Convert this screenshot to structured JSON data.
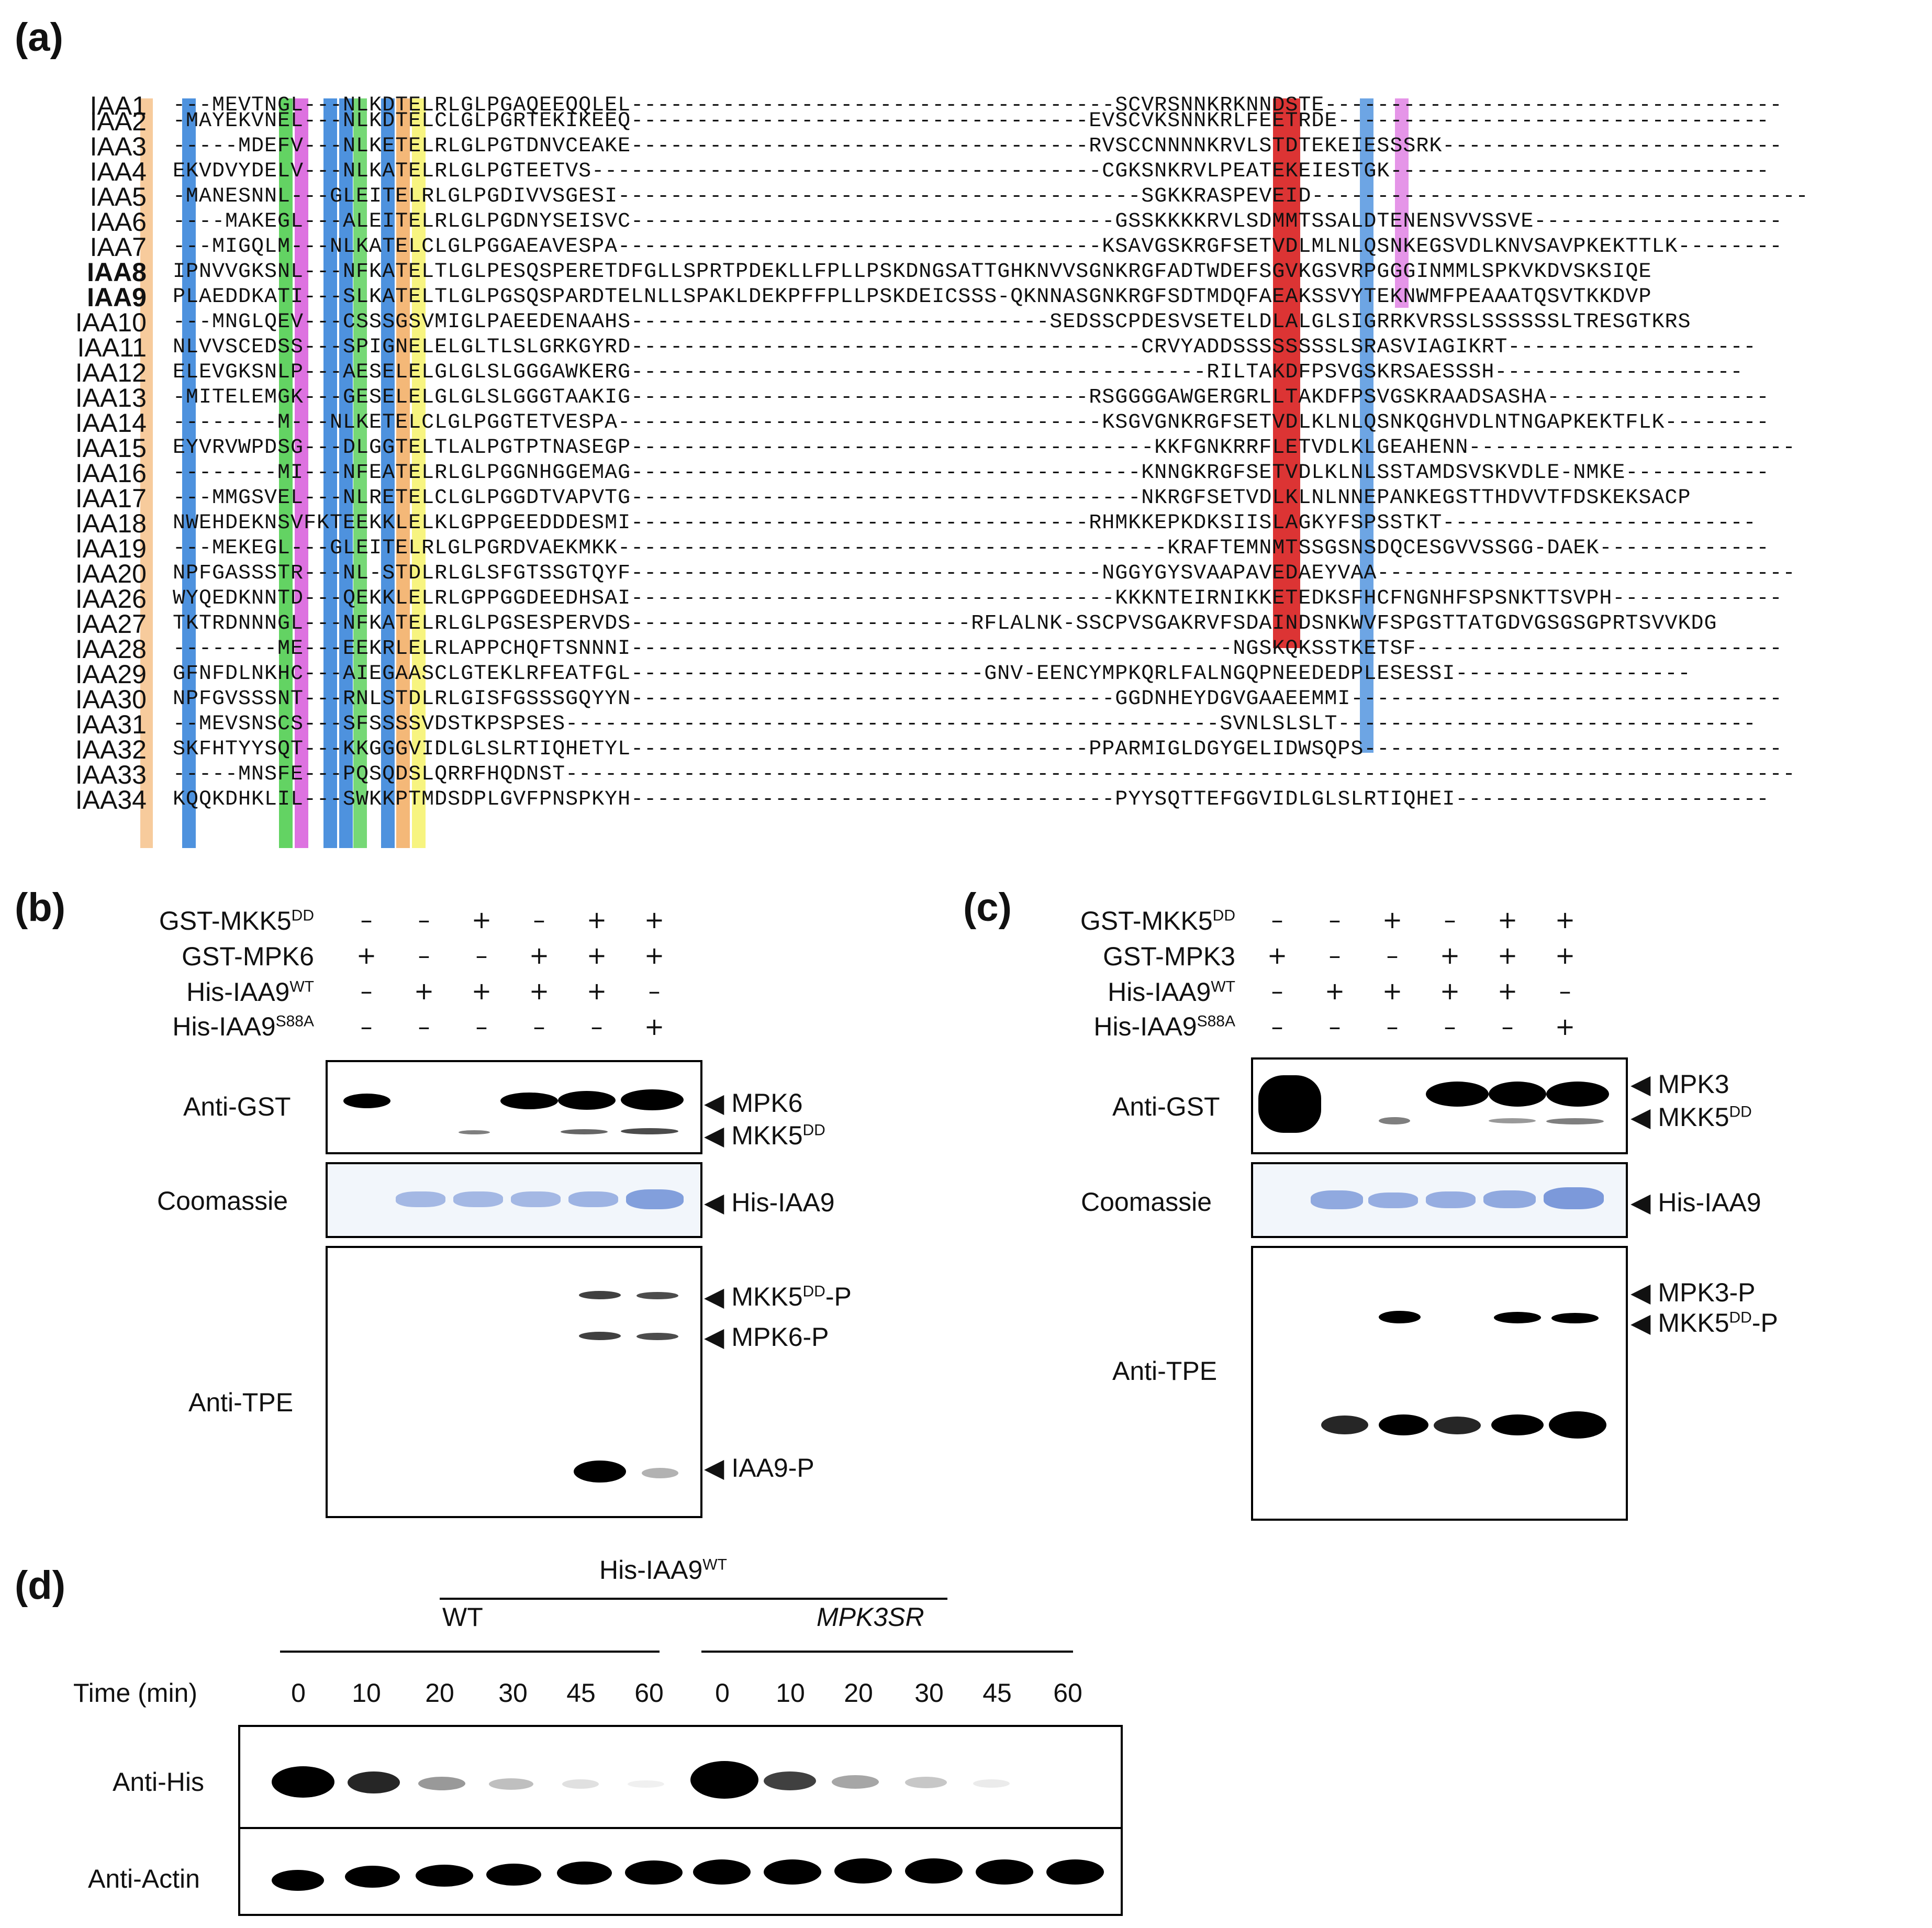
{
  "panels": {
    "a": "(a)",
    "b": "(b)",
    "c": "(c)",
    "d": "(d)"
  },
  "alignment": {
    "rows": [
      {
        "name": "IAA1",
        "seq": "---MEVTNGL---NLKDTELRLGLPGAQEEQQLEL-------------------------------------SCVRSNNKRKNNDSTE-----------------------------------"
      },
      {
        "name": "IAA2",
        "seq": "-MAYEKVNEL---NLKDTELCLGLPGRTEKIKEEQ-----------------------------------EVSCVKSNNKRLFEETRDE---------------------------------"
      },
      {
        "name": "IAA3",
        "seq": "-----MDEFV---NLKETELRLGLPGTDNVCEAKE-----------------------------------RVSCCNNNNKRVLSTDTEKEIESSSRK--------------------------"
      },
      {
        "name": "IAA4",
        "seq": "EKVDVYDELV---NLKATELRLGLPGTEETVS---------------------------------------CGKSNKRVLPEATEKEIESTGK-----------------------------"
      },
      {
        "name": "IAA5",
        "seq": "-MANESNNL---GLEITELRLGLPGDIVVSGESI----------------------------------------SGKKRASPEVEID--------------------------------------"
      },
      {
        "name": "IAA6",
        "seq": "----MAKEGL---ALEITELRLGLPGDNYSEISVC-------------------------------------GSSKKKKRVLSDMMTSSALDTENENSVVSSVE-------------------"
      },
      {
        "name": "IAA7",
        "seq": "---MIGQLM---NLKATELCLGLPGGAEAVESPA-------------------------------------KSAVGSKRGFSETVDLMLNLQSNKEGSVDLKNVSAVPKEKTTLK--------"
      },
      {
        "name": "IAA8",
        "seq": "IPNVVGKSNL---NFKATELTLGLPESQSPERETDFGLLSPRTPDEKLLFPLLPSKDNGSATTGHKNVVSGNKRGFADTWDEFSGVKGSVRPGGGINMMLSPKVKDVSKSIQE",
        "bold": true
      },
      {
        "name": "IAA9",
        "seq": "PLAEDDKATI---SLKATELTLGLPGSQSPARDTELNLLSPAKLDEKPFFPLLPSKDEICSSS-QKNNASGNKRGFSDTMDQFAEAKSSVYTEKNWMFPEAAATQSVTKKDVP",
        "bold": true
      },
      {
        "name": "IAA10",
        "seq": "---MNGLQEV---CSSSGSVMIGLPAEEDENAAHS--------------------------------SEDSSCPDESVSETELDLALGLSIGRRKVRSSLSSSSSSLTRESGTKRS"
      },
      {
        "name": "IAA11",
        "seq": "NLVVSCEDSS---SPIGNELELGLTLSLGRKGYRD---------------------------------------CRVYADDSSSSSSSSLSRASVIAGIKRT-------------------"
      },
      {
        "name": "IAA12",
        "seq": "ELEVGKSNLP---AESELELGLGLSLGGGAWKERG--------------------------------------------RILTAKDFPSVGSKRSAESSSH-------------------"
      },
      {
        "name": "IAA13",
        "seq": "-MITELEMGK---GESELELGLGLSLGGGTAAKIG-----------------------------------RSGGGGAWGERGRLLTAKDFPSVGSKRAADSASHA-----------------"
      },
      {
        "name": "IAA14",
        "seq": "--------M---NLKETELCLGLPGGTETVESPA-------------------------------------KSGVGNKRGFSETVDLKLNLQSNKQGHVDLNTNGAPKEKTFLK--------"
      },
      {
        "name": "IAA15",
        "seq": "EYVRVWPDSG---DLGGTELTLALPGTPTNASEGP----------------------------------------KKFGNKRRFLETVDLKLGEAHENN-------------------------"
      },
      {
        "name": "IAA16",
        "seq": "--------MI---NFEATELRLGLPGGNHGGEMAG---------------------------------------KNNGKRGFSETVDLKLNLSSTAMDSVSKVDLE-NMKE-----------"
      },
      {
        "name": "IAA17",
        "seq": "---MMGSVEL---NLRETELCLGLPGGDTVAPVTG---------------------------------------NKRGFSETVDLKLNLNNEPANKEGSTTHDVVTFDSKEKSACP"
      },
      {
        "name": "IAA18",
        "seq": "NWEHDEKNSVFKTEEKKLELKLGPPGEEDDDESMI-----------------------------------RHMKKEPKDKSIISLAGKYFSPSSTKT------------------------"
      },
      {
        "name": "IAA19",
        "seq": "---MEKEGL---GLEITELRLGLPGRDVAEKMKK------------------------------------------KRAFTEMNMTSSGSNSDQCESGVVSSGG-DAEK-------------"
      },
      {
        "name": "IAA20",
        "seq": "NPFGASSSTR---NL-STDLRLGLSFGTSSGTQYF------------------------------------NGGYGYSVAAPAVEDAEYVAA--------------------------------"
      },
      {
        "name": "IAA26",
        "seq": "WYQEDKNNTD---QEKKLELRLGPPGGDEEDHSAI-------------------------------------KKKNTEIRNIKKETEDKSFHCFNGNHFSPSNKTTSVPH-------------"
      },
      {
        "name": "IAA27",
        "seq": "TKTRDNNNGL---NFKATELRLGLPGSESPERVDS--------------------------RFLALNK-SSCPVSGAKRVFSDAINDSNKWVFSPGSTTATGDVGSGSGPRTSVVKDG"
      },
      {
        "name": "IAA28",
        "seq": "--------ME---EEKRLELRLAPPCHQFTSNNNI----------------------------------------------NGSKQKSSTKETSF----------------------------"
      },
      {
        "name": "IAA29",
        "seq": "GFNFDLNKHC---AIEGAASCLGTEKLRFEATFGL---------------------------GNV-EENCYMPKQRLFALNGQPNEEDEDPLESESSI------------------"
      },
      {
        "name": "IAA30",
        "seq": "NPFGVSSSNT---RNLSTDLRLGISFGSSSGQYYN-------------------------------------GGDNHEYDGVGAAEEMMI---------------------------------"
      },
      {
        "name": "IAA31",
        "seq": "--MEVSNSCS---SFSSSSVDSTKPSPSES--------------------------------------------------SVNLSLSLT--------------------------------"
      },
      {
        "name": "IAA32",
        "seq": "SKFHTYYSQT---KKGGGVIDLGLSLRTIQHETYL-----------------------------------PPARMIGLDGYGELIDWSQPS--------------------------------"
      },
      {
        "name": "IAA33",
        "seq": "-----MNSFE---PQSQDSLQRRFHQDNST----------------------------------------------------------------------------------------------"
      },
      {
        "name": "IAA34",
        "seq": "KQQKDHKLIL---SWKKPTMDSDPLGVFPNSPKYH-------------------------------------PYYSQTTEFGGVIDLGLSLRTIQHEI------------------------"
      }
    ]
  },
  "panel_b": {
    "rows": [
      {
        "label": "GST-MKK5",
        "sup": "DD",
        "signs": [
          "–",
          "–",
          "+",
          "–",
          "+",
          "+"
        ]
      },
      {
        "label": "GST-MPK6",
        "sup": "",
        "signs": [
          "+",
          "–",
          "–",
          "+",
          "+",
          "+"
        ]
      },
      {
        "label": "His-IAA9",
        "sup": "WT",
        "signs": [
          "–",
          "+",
          "+",
          "+",
          "+",
          "–"
        ]
      },
      {
        "label": "His-IAA9",
        "sup": "S88A",
        "signs": [
          "–",
          "–",
          "–",
          "–",
          "–",
          "+"
        ]
      }
    ],
    "blots": {
      "gst": "Anti-GST",
      "coomassie": "Coomassie",
      "tpe": "Anti-TPE"
    },
    "arrows": [
      {
        "text": "MPK6",
        "sup": "",
        "post": ""
      },
      {
        "text": "MKK5",
        "sup": "DD",
        "post": ""
      },
      {
        "text": "His-IAA9",
        "sup": "",
        "post": ""
      },
      {
        "text": "MKK5",
        "sup": "DD",
        "post": "-P"
      },
      {
        "text": "MPK6-P",
        "sup": "",
        "post": ""
      },
      {
        "text": "IAA9-P",
        "sup": "",
        "post": ""
      }
    ]
  },
  "panel_c": {
    "rows": [
      {
        "label": "GST-MKK5",
        "sup": "DD",
        "signs": [
          "–",
          "–",
          "+",
          "–",
          "+",
          "+"
        ]
      },
      {
        "label": "GST-MPK3",
        "sup": "",
        "signs": [
          "+",
          "–",
          "–",
          "+",
          "+",
          "+"
        ]
      },
      {
        "label": "His-IAA9",
        "sup": "WT",
        "signs": [
          "–",
          "+",
          "+",
          "+",
          "+",
          "–"
        ]
      },
      {
        "label": "His-IAA9",
        "sup": "S88A",
        "signs": [
          "–",
          "–",
          "–",
          "–",
          "–",
          "+"
        ]
      }
    ],
    "blots": {
      "gst": "Anti-GST",
      "coomassie": "Coomassie",
      "tpe": "Anti-TPE"
    },
    "arrows": [
      {
        "text": "MPK3",
        "sup": "",
        "post": ""
      },
      {
        "text": "MKK5",
        "sup": "DD",
        "post": ""
      },
      {
        "text": "His-IAA9",
        "sup": "",
        "post": ""
      },
      {
        "text": "MPK3-P",
        "sup": "",
        "post": ""
      },
      {
        "text": "MKK5",
        "sup": "DD",
        "post": "-P"
      }
    ]
  },
  "panel_d": {
    "header": "His-IAA9",
    "header_sup": "WT",
    "group1": "WT",
    "group2": "MPK3SR",
    "time_label": "Time (min)",
    "times": [
      "0",
      "10",
      "20",
      "30",
      "45",
      "60",
      "0",
      "10",
      "20",
      "30",
      "45",
      "60"
    ],
    "blots": {
      "his": "Anti-His",
      "actin": "Anti-Actin"
    }
  },
  "colors": {
    "blue": "#2f7fd8",
    "orange": "#f0a04b",
    "green": "#3cc83c",
    "magenta": "#d44fd8",
    "red": "#d81e1e",
    "yellow": "#f4f04a",
    "cyan": "#3ab4c8",
    "coomassie": "#6f8fd6"
  }
}
